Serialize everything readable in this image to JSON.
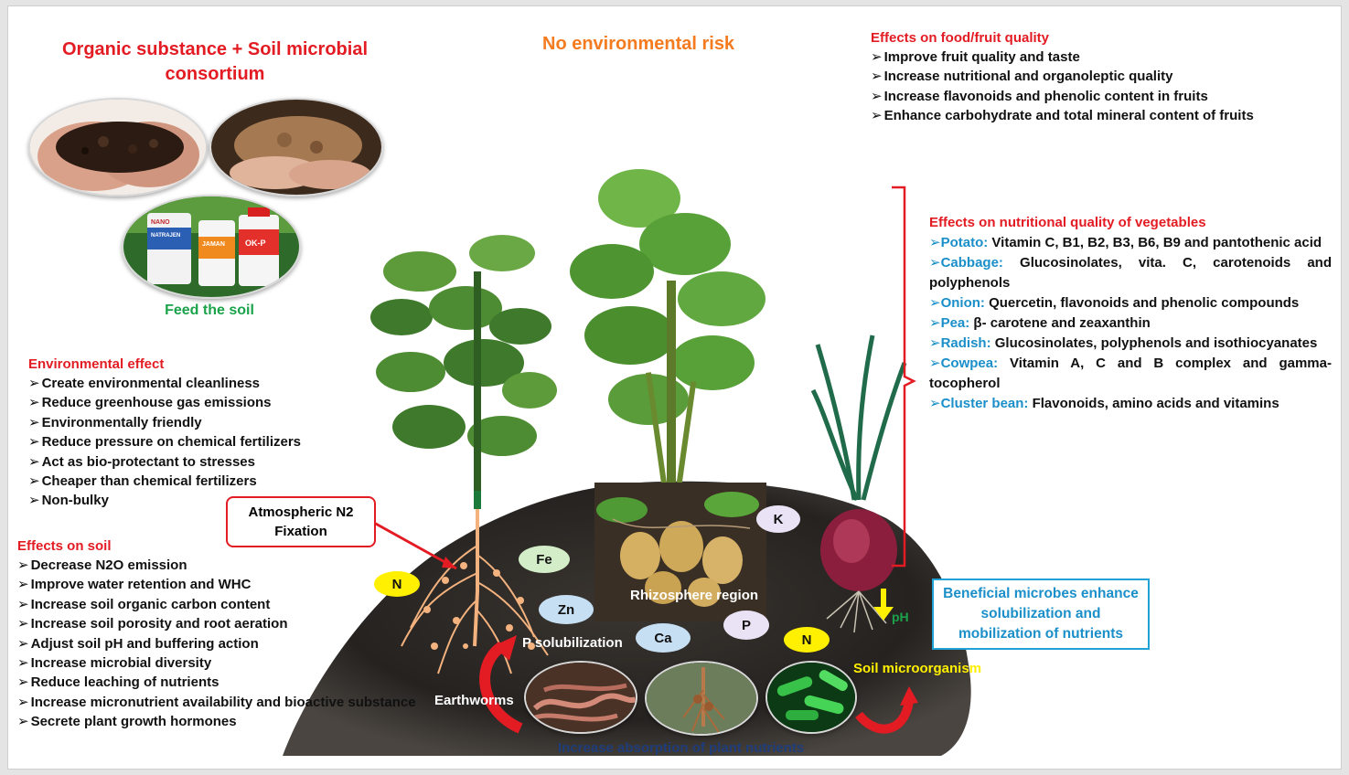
{
  "header": {
    "organic_title": "Organic substance + Soil microbial consortium",
    "no_risk": "No environmental risk",
    "feed_soil": "Feed the soil"
  },
  "product_labels": {
    "nano": "NANO",
    "natrajen": "NATRAJEN",
    "jaman": "JAMAN",
    "okp": "OK-P"
  },
  "food_quality": {
    "title": "Effects on food/fruit quality",
    "items": [
      "Improve fruit quality and taste",
      "Increase nutritional and organoleptic quality",
      "Increase flavonoids and phenolic content in fruits",
      "Enhance carbohydrate and total mineral content of fruits"
    ]
  },
  "veg_quality": {
    "title": "Effects on nutritional quality of vegetables",
    "items": [
      {
        "name": "Potato:",
        "text": " Vitamin C, B1, B2, B3, B6, B9 and pantothenic acid"
      },
      {
        "name": "Cabbage:",
        "text": " Glucosinolates, vita. C, carotenoids and polyphenols"
      },
      {
        "name": "Onion:",
        "text": " Quercetin, flavonoids and phenolic compounds"
      },
      {
        "name": "Pea:",
        "text": " β- carotene and zeaxanthin"
      },
      {
        "name": "Radish:",
        "text": " Glucosinolates, polyphenols and isothiocyanates"
      },
      {
        "name": "Cowpea:",
        "text": " Vitamin A, C and B complex and gamma-tocopherol"
      },
      {
        "name": "Cluster bean:",
        "text": " Flavonoids, amino acids and vitamins"
      }
    ]
  },
  "env_effect": {
    "title": "Environmental effect",
    "items": [
      "Create environmental cleanliness",
      "Reduce greenhouse gas emissions",
      "Environmentally friendly",
      "Reduce pressure on chemical fertilizers",
      "Act as bio-protectant to  stresses",
      "Cheaper than chemical fertilizers",
      "Non-bulky"
    ]
  },
  "soil_effect": {
    "title": "Effects on soil",
    "items": [
      "Decrease N2O emission",
      "Improve water retention and WHC",
      "Increase soil organic carbon content",
      "Increase soil porosity and root aeration",
      "Adjust soil pH and buffering action",
      "Increase microbial diversity",
      "Reduce leaching of nutrients",
      "Increase micronutrient availability and bioactive substance",
      "Secrete plant growth hormones"
    ]
  },
  "diagram": {
    "atmospheric": "Atmospheric  N2 Fixation",
    "nutrients": {
      "fe": "Fe",
      "zn": "Zn",
      "ca": "Ca",
      "n1": "N",
      "n2": "N",
      "k": "K",
      "p": "P"
    },
    "rhizosphere": "Rhizosphere region",
    "p_solubilization": "P solubilization",
    "earthworms": "Earthworms",
    "soil_microorganism": "Soil microorganism",
    "ph": "pH",
    "beneficial": "Beneficial microbes enhance solubilization and mobilization of nutrients",
    "increase_absorption": "Increase absorption of plant nutrients"
  },
  "colors": {
    "red": "#e31b23",
    "orange": "#f47b20",
    "green_text": "#1aa34a",
    "blue_text": "#1a8fc9",
    "navy_text": "#1f3d7a",
    "yellow": "#ffef00",
    "light_green": "#d4edc9",
    "light_blue": "#c6dff3",
    "lavender": "#e9e3f5"
  }
}
